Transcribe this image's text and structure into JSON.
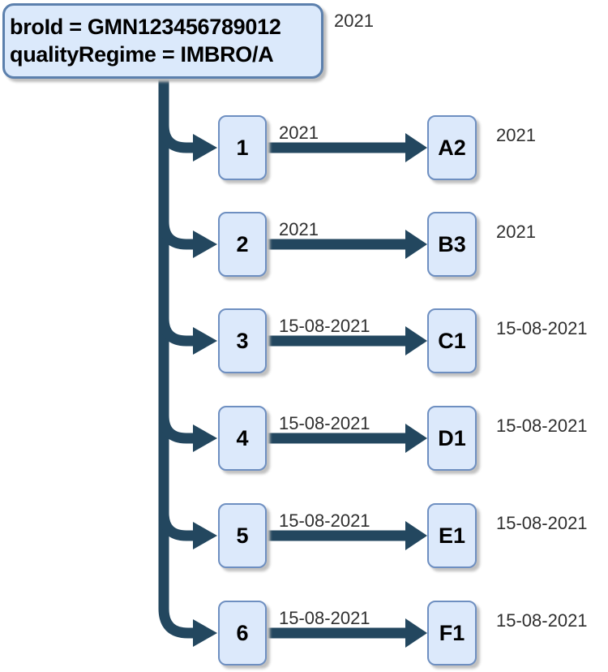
{
  "root": {
    "line1": "broId = GMN123456789012",
    "line2": "qualityRegime = IMBRO/A",
    "year": "2021"
  },
  "rows": [
    {
      "num": "1",
      "edge_label": "2021",
      "node": "A2",
      "node_label": "2021"
    },
    {
      "num": "2",
      "edge_label": "2021",
      "node": "B3",
      "node_label": "2021"
    },
    {
      "num": "3",
      "edge_label": "15-08-2021",
      "node": "C1",
      "node_label": "15-08-2021"
    },
    {
      "num": "4",
      "edge_label": "15-08-2021",
      "node": "D1",
      "node_label": "15-08-2021"
    },
    {
      "num": "5",
      "edge_label": "15-08-2021",
      "node": "E1",
      "node_label": "15-08-2021"
    },
    {
      "num": "6",
      "edge_label": "15-08-2021",
      "node": "F1",
      "node_label": "15-08-2021"
    }
  ],
  "colors": {
    "connector": "#23475f",
    "node_fill": "#dce9fb",
    "node_border": "#6e8fc1",
    "root_border": "#5c80ad",
    "shadow": "#c0c0c0",
    "label_text": "#2f2f2f"
  }
}
